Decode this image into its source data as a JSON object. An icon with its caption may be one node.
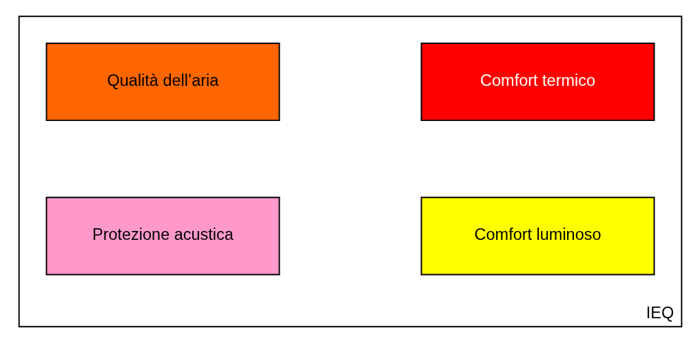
{
  "diagram": {
    "nodes": [
      {
        "text": [
          "IEQ"
        ]
      },
      {
        "text": [
          "Comfort termico"
        ],
        "in": 0
      },
      {
        "text": [
          "Qualità dell’aria"
        ],
        "in": 0
      },
      {
        "text": [
          "Comfort luminoso"
        ],
        "in": 0
      },
      {
        "text": [
          "Protezione acustica"
        ],
        "in": 0
      }
    ],
    "edges": []
  }
}
